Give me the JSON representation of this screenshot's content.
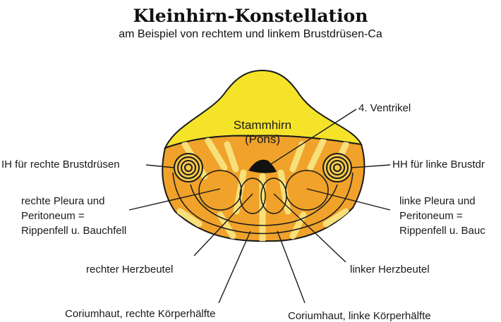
{
  "title": "Kleinhirn-Konstellation",
  "subtitle": "am Beispiel von rechtem und linkem Brustdrüsen-Ca",
  "colors": {
    "pons": "#f5e32a",
    "cerebellum": "#f0a22a",
    "stripes": "#f7e07a",
    "outline": "#1a1a1a"
  },
  "labels": {
    "pons_line1": "Stammhirn",
    "pons_line2": "(Pons)",
    "ventricle": "4. Ventrikel",
    "hh_right_breast": "IH für rechte Brustdrüsen",
    "hh_left_breast": "HH für linke Brustdr",
    "right_pleura_1": "rechte Pleura und",
    "right_pleura_2": "Peritoneum =",
    "right_pleura_3": "Rippenfell u. Bauchfell",
    "left_pleura_1": "linke Pleura und",
    "left_pleura_2": "Peritoneum =",
    "left_pleura_3": "Rippenfell u. Bauc",
    "right_pericardium": "rechter Herzbeutel",
    "left_pericardium": "linker Herzbeutel",
    "right_corium": "Coriumhaut, rechte Körperhälfte",
    "left_corium": "Coriumhaut, linke Körperhälfte"
  }
}
